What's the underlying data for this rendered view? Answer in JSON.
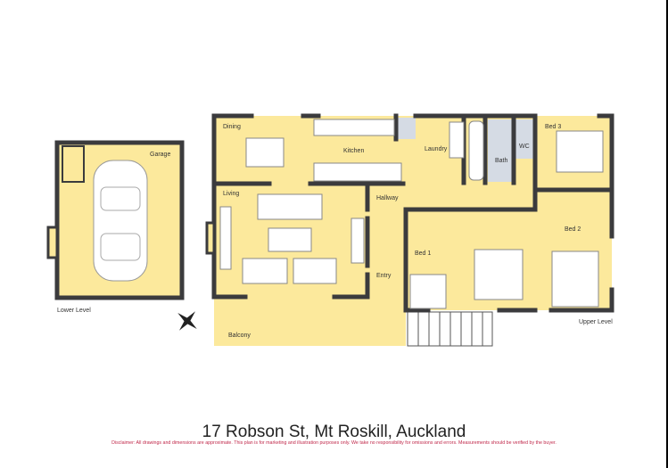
{
  "title": "17 Robson St, Mt Roskill, Auckland",
  "disclaimer": "Disclaimer: All drawings and dimensions are approximate. This plan is for marketing and illustration purposes only. We take no responsibility for omissions and errors. Measurements should be verified by the buyer.",
  "levels": {
    "lower": "Lower Level",
    "upper": "Upper Level"
  },
  "rooms": {
    "garage": "Garage",
    "dining": "Dining",
    "kitchen": "Kitchen",
    "laundry": "Laundry",
    "bath": "Bath",
    "wc": "WC",
    "bed3": "Bed 3",
    "living": "Living",
    "hallway": "Hallway",
    "bed2": "Bed 2",
    "bed1": "Bed 1",
    "entry": "Entry",
    "balcony": "Balcony"
  },
  "colors": {
    "floor": "#fce99c",
    "wall": "#3b3b3d",
    "wet": "#d5dbe4",
    "disclaimer": "#c0284a"
  },
  "icons": [
    "compass-icon",
    "car-icon"
  ]
}
